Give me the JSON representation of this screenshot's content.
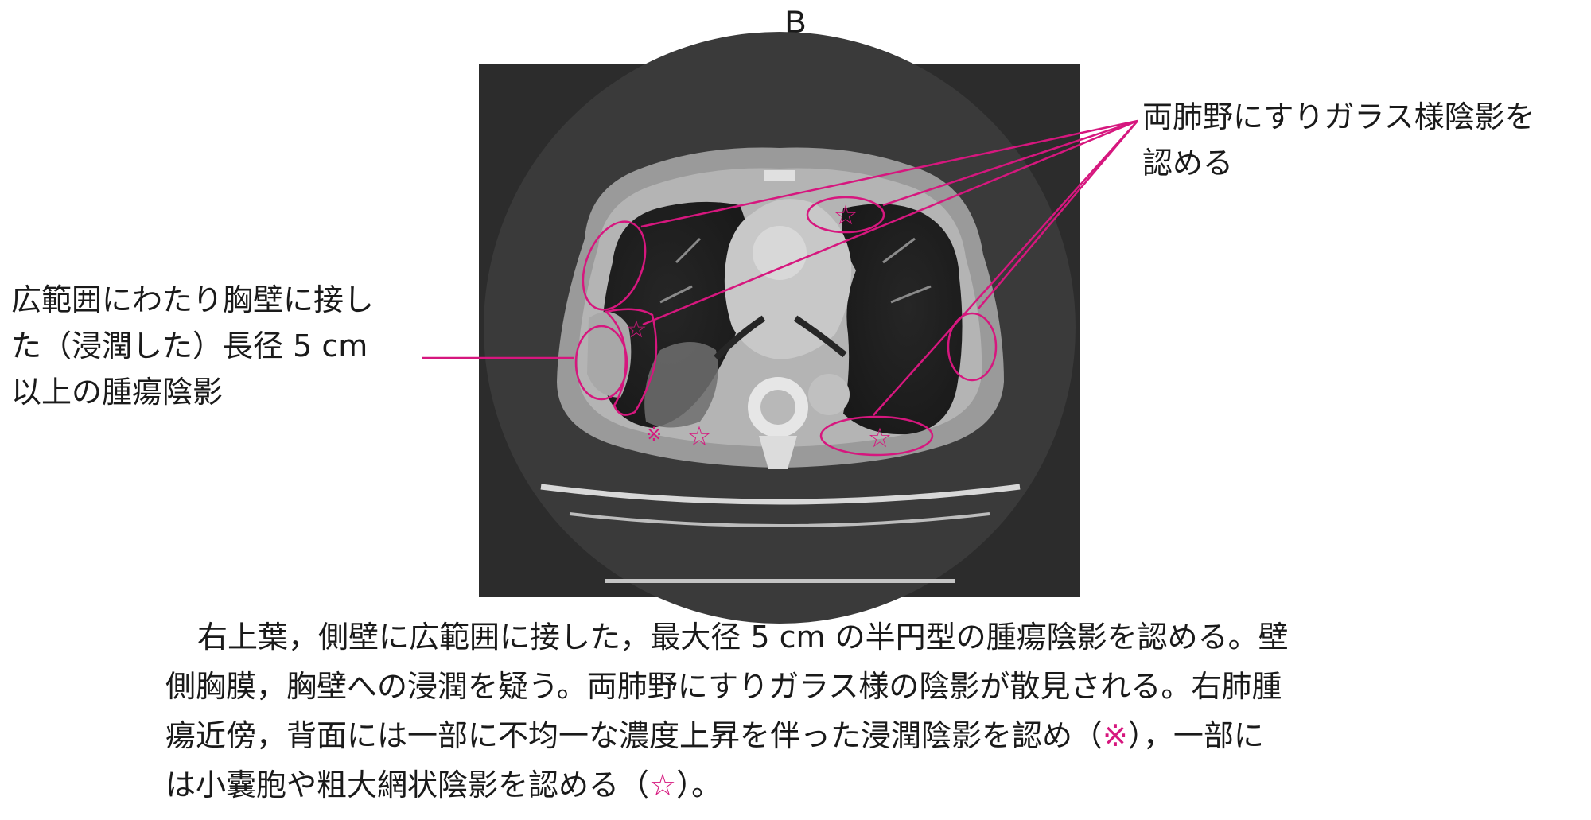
{
  "panel_label": "B",
  "annotations": {
    "left_label": {
      "line1": "広範囲にわたり胸壁に接し",
      "line2": "た（浸潤した）長径 5 cm",
      "line3": "以上の腫瘍陰影"
    },
    "right_label": {
      "line1": "両肺野にすりガラス様陰影を",
      "line2": "認める"
    },
    "star_symbol": "☆",
    "reference_symbol": "※"
  },
  "caption": {
    "line1": "右上葉，側壁に広範囲に接した，最大径 5 cm の半円型の腫瘍陰影を認める。壁",
    "line2": "側胸膜，胸壁への浸潤を疑う。両肺野にすりガラス様の陰影が散見される。右肺腫",
    "line3_a": "瘍近傍，背面には一部に不均一な濃度上昇を伴った浸潤陰影を認め（",
    "line3_mark": "※",
    "line3_b": "），一部に",
    "line4_a": "は小囊胞や粗大網状陰影を認める（",
    "line4_mark": "☆",
    "line4_b": "）。"
  },
  "colors": {
    "annotation": "#d6177e",
    "ct_background": "#2c2c2c",
    "ct_soft_tissue": "#9a9a9a",
    "ct_lung": "#1f1f1f",
    "ct_bone": "#dcdcdc"
  }
}
